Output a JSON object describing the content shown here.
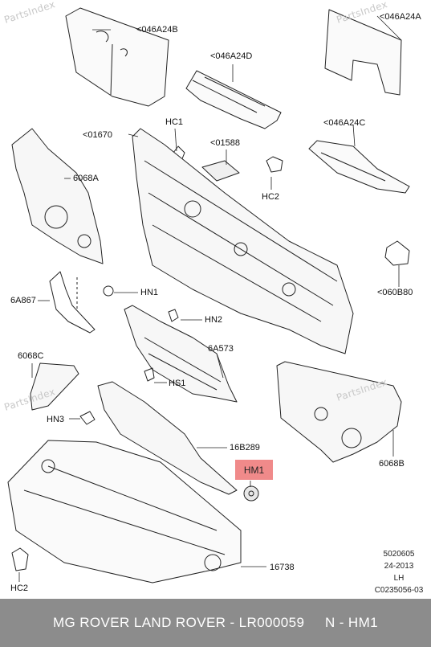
{
  "watermark": "PartsIndex",
  "labels": {
    "l_046A24B": "<046A24B",
    "l_046A24A": "<046A24A",
    "l_046A24D": "<046A24D",
    "l_046A24C": "<046A24C",
    "l_HC1": "HC1",
    "l_01670": "<01670",
    "l_01588": "<01588",
    "l_HC2_top": "HC2",
    "l_6068A": "6068A",
    "l_060B80": "<060B80",
    "l_6A867": "6A867",
    "l_HN1": "HN1",
    "l_HN2": "HN2",
    "l_6A573": "6A573",
    "l_6068C": "6068C",
    "l_HS1": "HS1",
    "l_HN3": "HN3",
    "l_16B289": "16B289",
    "l_6068B": "6068B",
    "l_16738": "16738",
    "l_HC2_bottom": "HC2"
  },
  "highlight": {
    "label": "HM1",
    "color": "#f08a8a"
  },
  "meta": {
    "code1": "5020605",
    "date": "24-2013",
    "side": "LH",
    "ref": "C0235056-03"
  },
  "footer": {
    "text": "MG ROVER LAND ROVER - LR000059     N - HM1",
    "background": "#8c8c8c"
  }
}
